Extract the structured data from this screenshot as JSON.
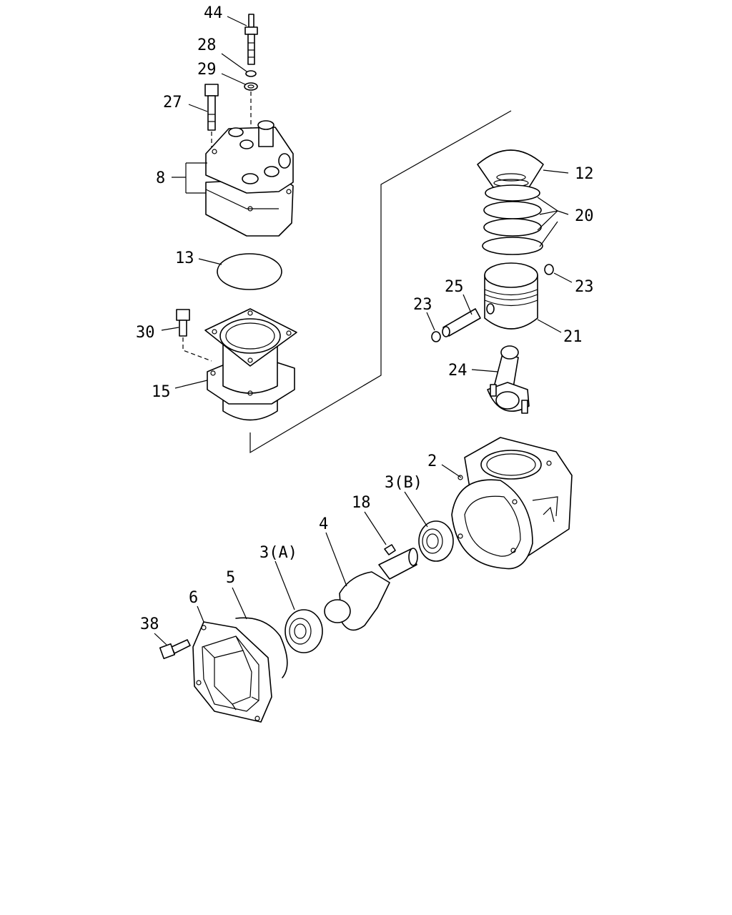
{
  "diagram": {
    "labels": {
      "p44": "44",
      "p28": "28",
      "p29": "29",
      "p27": "27",
      "p8": "8",
      "p12": "12",
      "p20": "20",
      "p13": "13",
      "p23a": "23",
      "p25": "25",
      "p23b": "23",
      "p21": "21",
      "p30": "30",
      "p15": "15",
      "p24": "24",
      "p2": "2",
      "p3b": "3(B)",
      "p18": "18",
      "p4": "4",
      "p3a": "3(A)",
      "p5": "5",
      "p6": "6",
      "p38": "38"
    }
  }
}
